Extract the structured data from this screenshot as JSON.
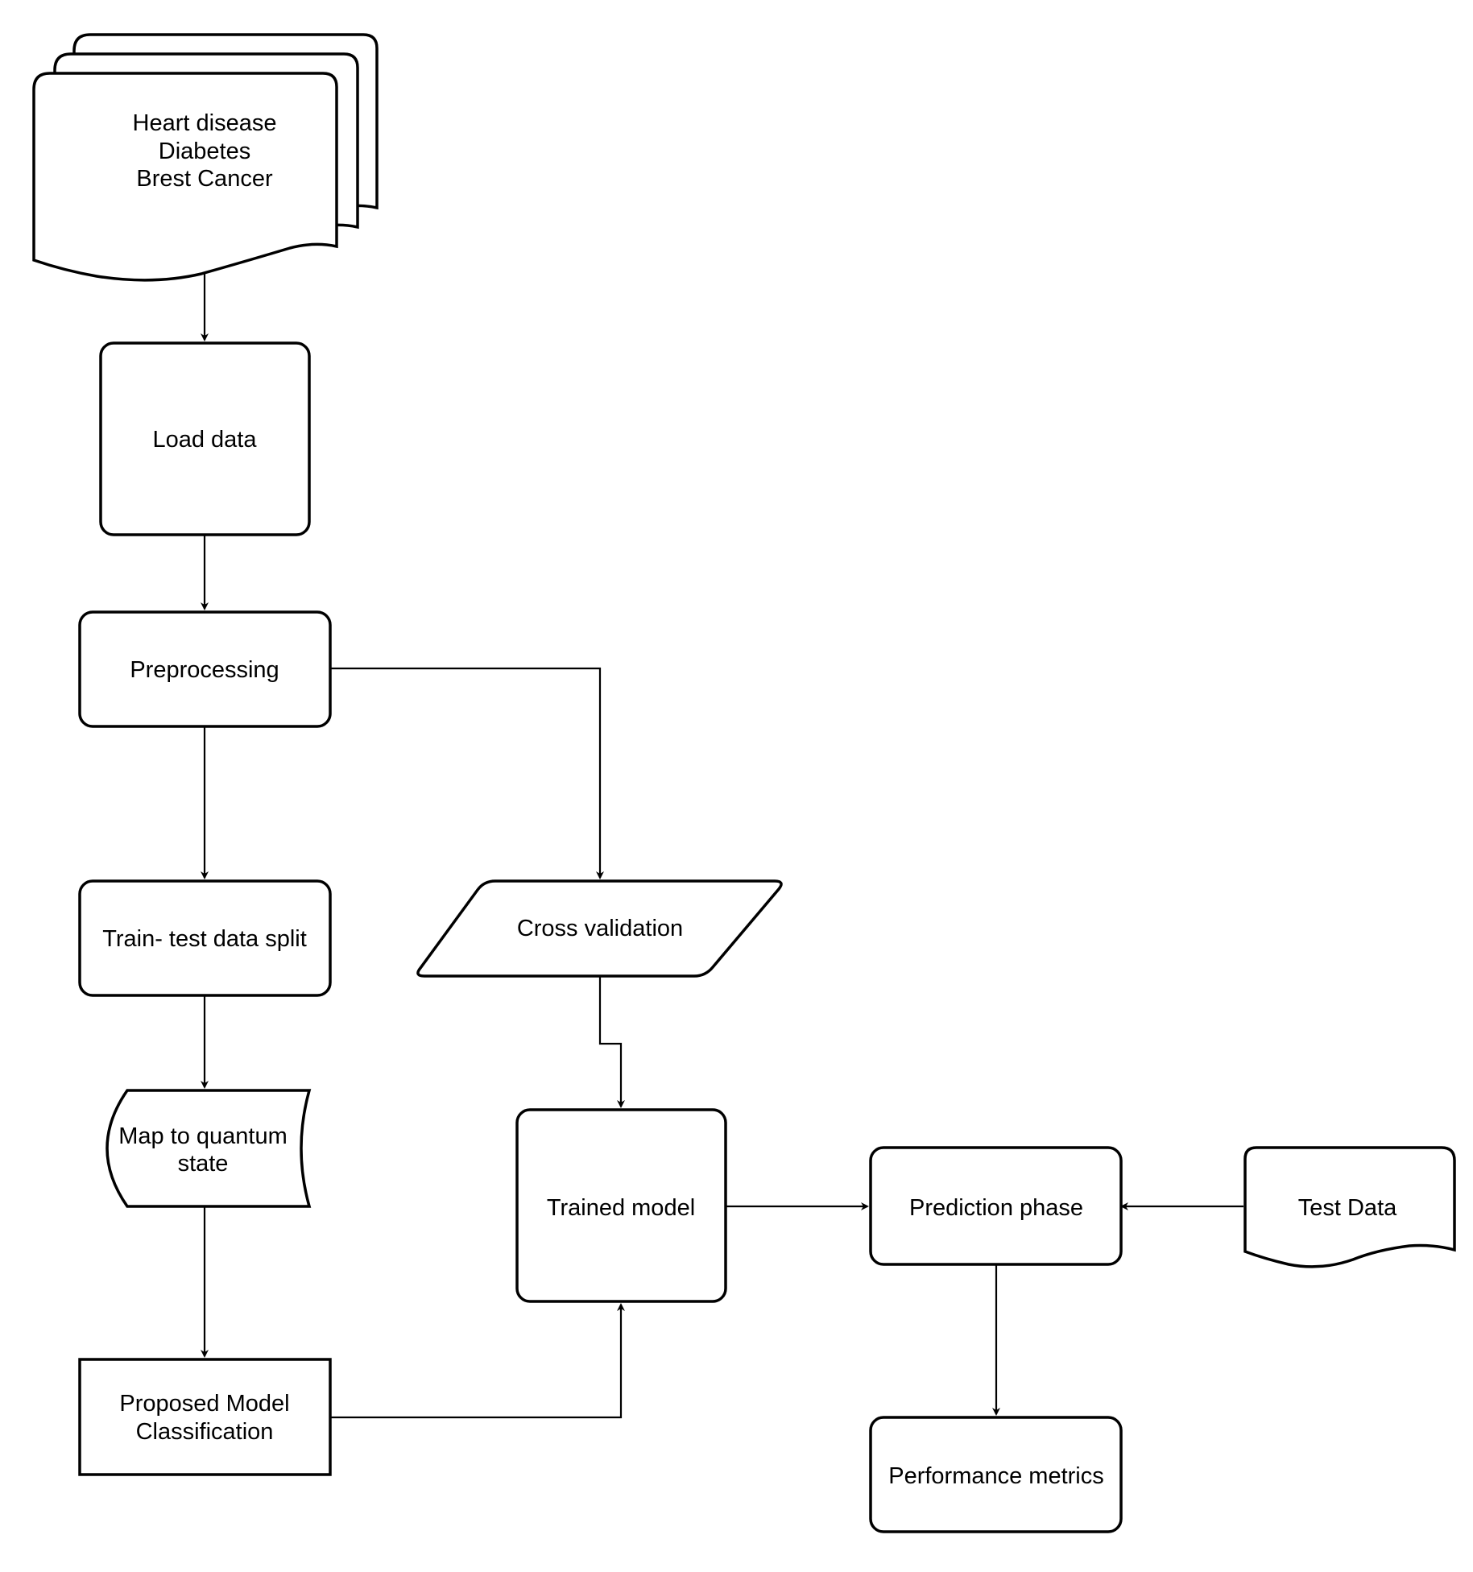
{
  "nodes": {
    "datasets": {
      "lines": [
        "Heart disease",
        "Diabetes",
        "Brest Cancer"
      ]
    },
    "load_data": {
      "label": "Load data"
    },
    "preprocessing": {
      "label": "Preprocessing"
    },
    "split": {
      "label": "Train- test data split"
    },
    "quantum": {
      "lines": [
        "Map to quantum",
        "state"
      ]
    },
    "classification": {
      "lines": [
        "Proposed Model",
        "Classification"
      ]
    },
    "cross_validation": {
      "label": "Cross validation"
    },
    "trained_model": {
      "label": "Trained model"
    },
    "prediction": {
      "label": "Prediction phase"
    },
    "test_data": {
      "label": "Test Data"
    },
    "metrics": {
      "label": "Performance metrics"
    }
  },
  "edges": [
    {
      "from": "Heart disease / Diabetes / Brest Cancer",
      "to": "Load data"
    },
    {
      "from": "Load data",
      "to": "Preprocessing"
    },
    {
      "from": "Preprocessing",
      "to": "Train- test data split"
    },
    {
      "from": "Preprocessing",
      "to": "Cross validation"
    },
    {
      "from": "Train- test data split",
      "to": "Map to quantum state"
    },
    {
      "from": "Map to quantum state",
      "to": "Proposed Model Classification"
    },
    {
      "from": "Proposed Model Classification",
      "to": "Trained model"
    },
    {
      "from": "Cross validation",
      "to": "Trained model"
    },
    {
      "from": "Trained model",
      "to": "Prediction phase"
    },
    {
      "from": "Test Data",
      "to": "Prediction phase"
    },
    {
      "from": "Prediction phase",
      "to": "Performance metrics"
    }
  ],
  "colors": {
    "stroke": "#000000",
    "background": "#ffffff"
  }
}
